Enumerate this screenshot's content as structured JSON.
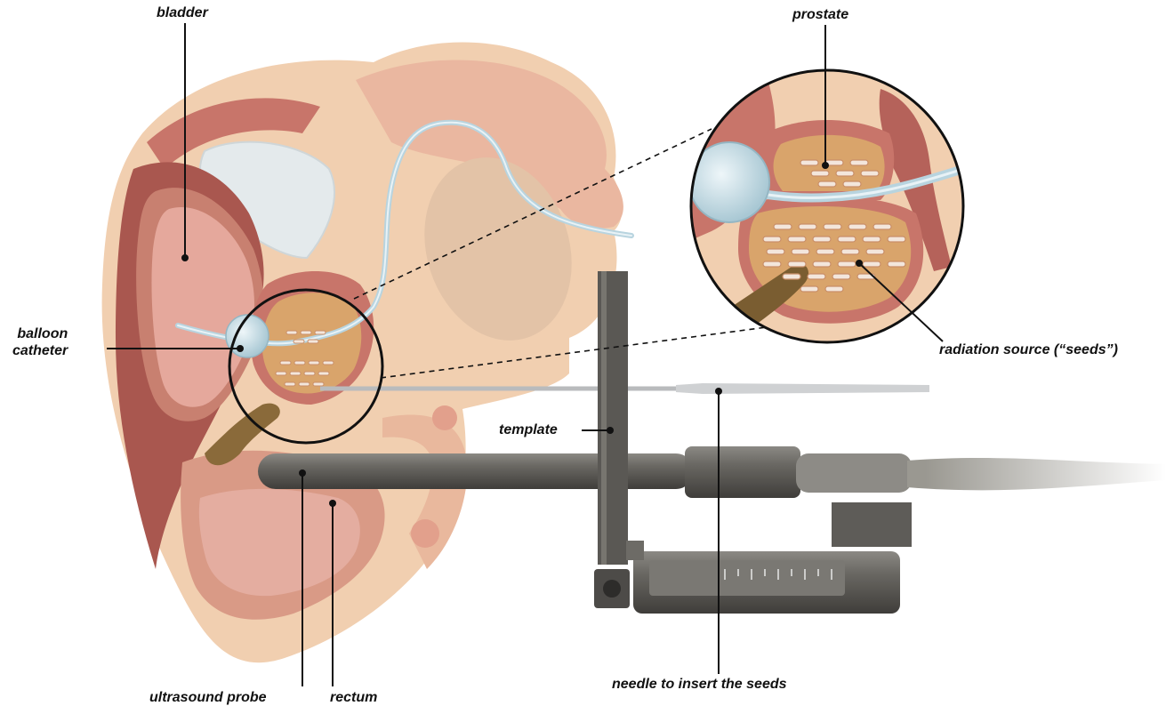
{
  "labels": {
    "bladder": "bladder",
    "prostate": "prostate",
    "balloon_catheter_line1": "balloon",
    "balloon_catheter_line2": "catheter",
    "radiation_source": "radiation source (“seeds”)",
    "template": "template",
    "needle": "needle to insert the seeds",
    "ultrasound_probe": "ultrasound probe",
    "rectum": "rectum"
  },
  "colors": {
    "skin": "#f1cfb0",
    "flesh": "#e9b89d",
    "muscle": "#c8756a",
    "muscle_dark": "#a9574f",
    "bladder_fill": "#e8aaa0",
    "prostate_fill": "#d9a46b",
    "seed": "#f3e6dc",
    "balloon": "#cfe2ea",
    "metal": "#6d6b66",
    "metal_light": "#9a9891",
    "line": "#111111"
  }
}
